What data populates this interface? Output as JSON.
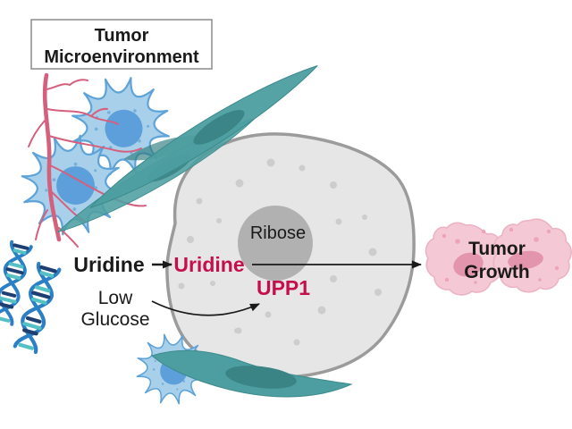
{
  "diagram": {
    "title_box": {
      "line1": "Tumor",
      "line2": "Microenvironment"
    },
    "cell": {
      "nucleus_label": "Ribose"
    },
    "pathway": {
      "extracellular_uridine": "Uridine",
      "intracellular_uridine": "Uridine",
      "enzyme": "UPP1",
      "low_glucose": {
        "line1": "Low",
        "line2": "Glucose"
      }
    },
    "outcome": {
      "line1": "Tumor",
      "line2": "Growth"
    },
    "icons": {
      "macrophage": "macrophage-cell",
      "fibroblast": "fibroblast-cell",
      "blood_vessel": "blood-vessel",
      "dna": "dna-double-helix",
      "cancer_cell": "cancer-cell",
      "tumor": "tumor-cell-cluster"
    },
    "colors": {
      "crimson_accent": "#C50F4D",
      "text_black": "#1A1A1A",
      "cancer_cell_fill": "#E6E6E6",
      "cancer_cell_border": "#9B9B9B",
      "cell_nucleus_gray": "#B1B1B1",
      "macrophage_blue_fill": "#A9D0EA",
      "macrophage_blue_border": "#5EA3D8",
      "macrophage_nucleus_blue": "#5C9FDA",
      "fibroblast_teal": "#4D9EA0",
      "fibroblast_nucleus_teal": "#3A8486",
      "blood_vessel_pink": "#D5607E",
      "tumor_cell_pink": "#F4C9D5",
      "tumor_nucleus_pink": "#E295AC",
      "dna_strand_blue": "#2B80C5",
      "dna_rung_navy": "#1F3F72",
      "dna_rung_teal": "#55C1C5"
    }
  }
}
